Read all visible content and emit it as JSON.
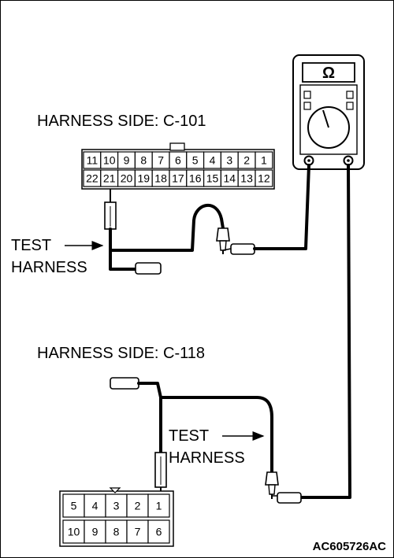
{
  "labels": {
    "harness_c101": "HARNESS SIDE: C-101",
    "harness_c118": "HARNESS SIDE: C-118",
    "test_line1": "TEST",
    "harness_word": "HARNESS",
    "meter_symbol": "Ω",
    "figure_code": "AC605726AC"
  },
  "connector_c101": {
    "top_row": [
      "11",
      "10",
      "9",
      "8",
      "7",
      "6",
      "5",
      "4",
      "3",
      "2",
      "1"
    ],
    "bottom_row": [
      "22",
      "21",
      "20",
      "19",
      "18",
      "17",
      "16",
      "15",
      "14",
      "13",
      "12"
    ]
  },
  "connector_c118": {
    "top_row": [
      "5",
      "4",
      "3",
      "2",
      "1"
    ],
    "bottom_row": [
      "10",
      "9",
      "8",
      "7",
      "6"
    ]
  }
}
